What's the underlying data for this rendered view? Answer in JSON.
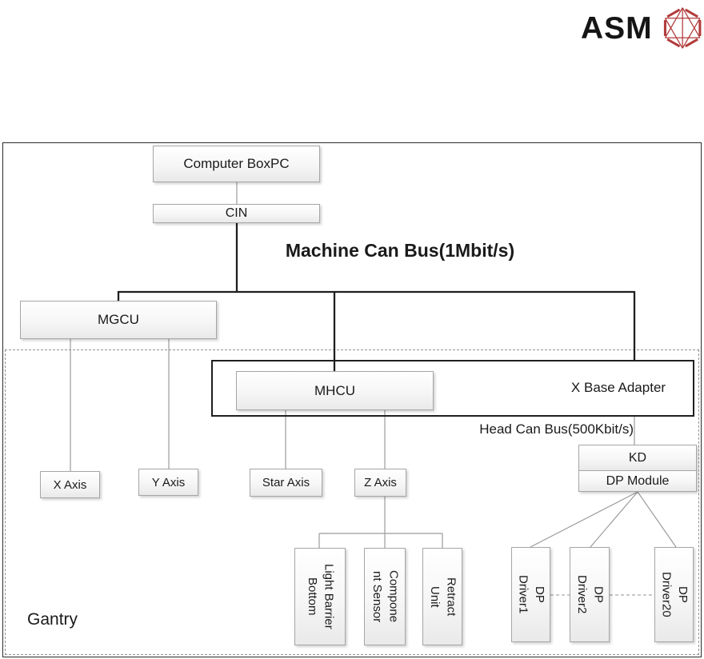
{
  "logo": {
    "text": "ASM",
    "icon": "asm-hexagon-icon",
    "icon_color": "#b23c3c"
  },
  "labels": {
    "machine_bus": "Machine Can Bus(1Mbit/s)",
    "head_bus": "Head Can Bus(500Kbit/s)",
    "gantry": "Gantry"
  },
  "nodes": {
    "computer": "Computer BoxPC",
    "cin": "CIN",
    "mgcu": "MGCU",
    "mhcu": "MHCU",
    "x_base_adapter": "X Base Adapter",
    "kd": "KD",
    "dp_module": "DP Module",
    "x_axis": "X Axis",
    "y_axis": "Y Axis",
    "star_axis": "Star Axis",
    "z_axis": "Z Axis"
  },
  "vertical_nodes": {
    "light_barrier": {
      "line1": "Light Barrier",
      "line2": "Bottom"
    },
    "component_sensor": {
      "line1": "Compone",
      "line2": "nt Sensor"
    },
    "retract_unit": {
      "line1": "Retract",
      "line2": "Unit"
    },
    "dp_driver1": {
      "line1": "DP",
      "line2": "Driver1"
    },
    "dp_driver2": {
      "line1": "DP",
      "line2": "Driver2"
    },
    "dp_driver20": {
      "line1": "DP",
      "line2": "Driver20"
    }
  },
  "colors": {
    "logo_red": "#b23c3c",
    "line_black": "#1f1f1f",
    "connector_gray": "#9b9b9b",
    "box_border": "#a6a6a6"
  }
}
